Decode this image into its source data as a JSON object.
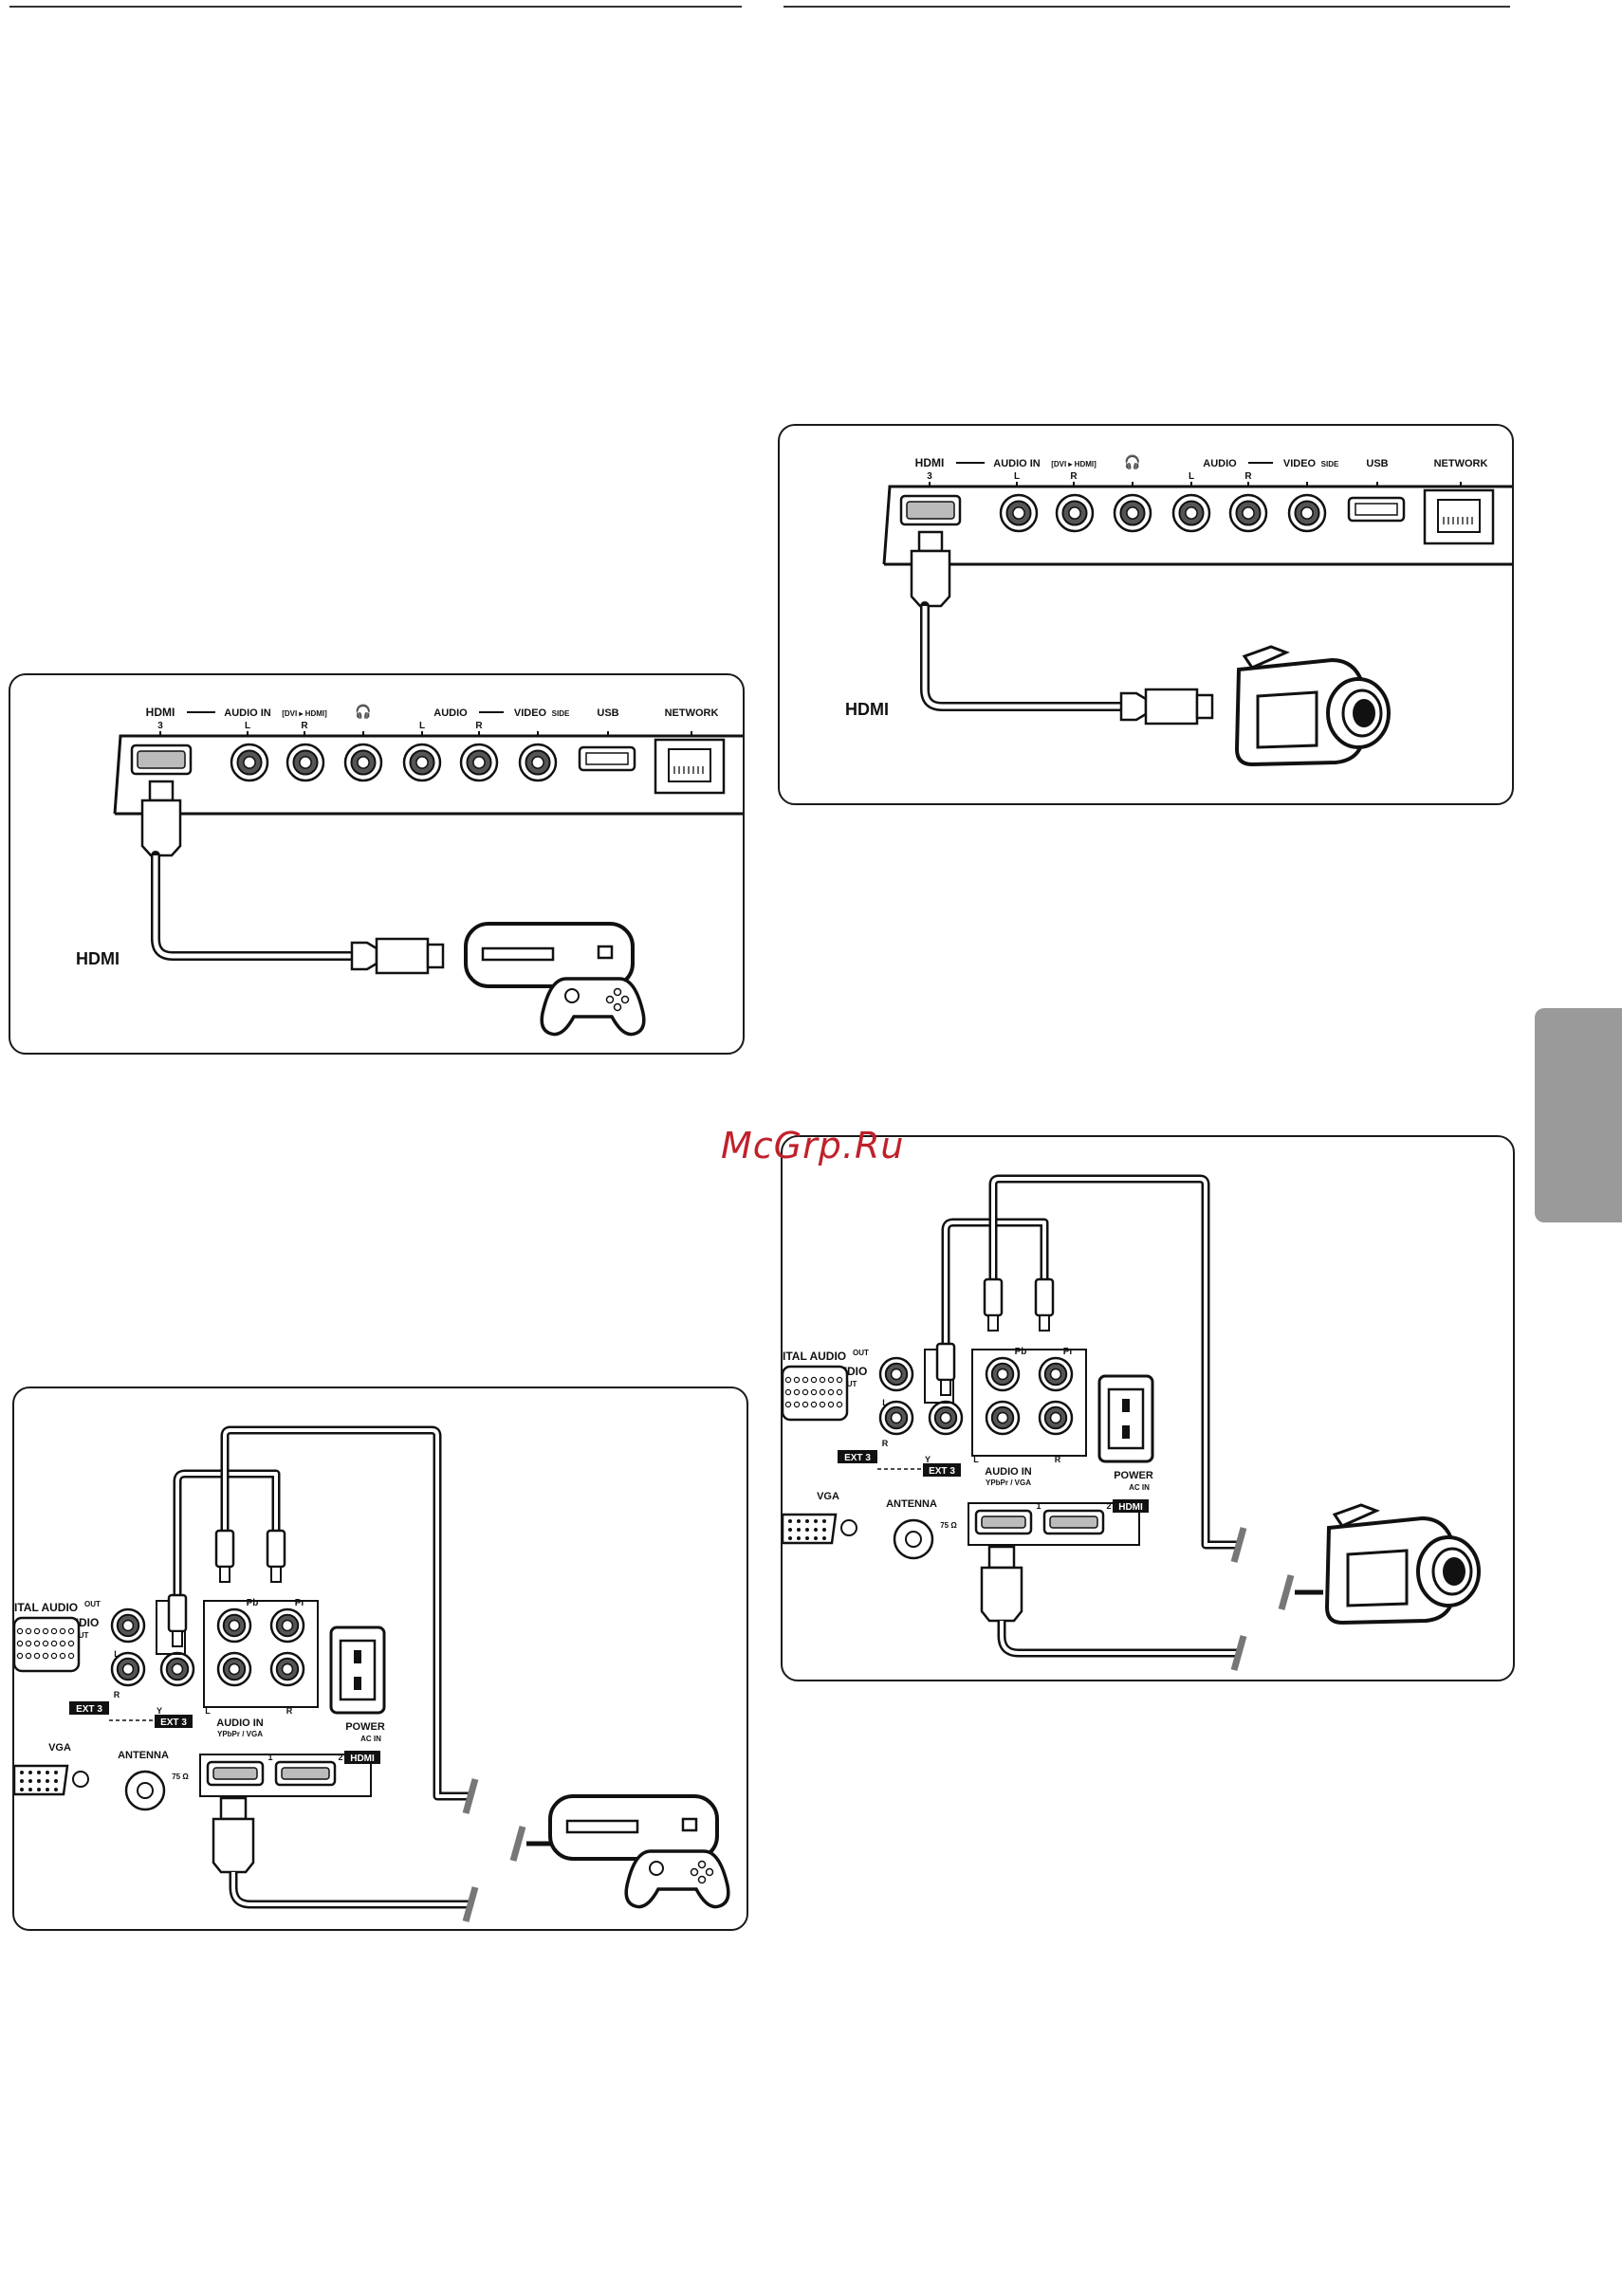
{
  "watermark": "McGrp.Ru",
  "side_panel": {
    "labels": {
      "hdmi": "HDMI",
      "hdmi_num": "3",
      "audio_in": "AUDIO IN",
      "dvi": "[DVI ▸ HDMI]",
      "l": "L",
      "r": "R",
      "audio": "AUDIO",
      "video": "VIDEO",
      "side": "SIDE",
      "usb": "USB",
      "network": "NETWORK"
    }
  },
  "rear_panel": {
    "labels": {
      "digital_audio": "ITAL AUDIO",
      "out": "OUT",
      "audio": "AUDIO",
      "audio_out": "OUT",
      "l": "L",
      "r": "R",
      "y": "Y",
      "pb": "Pb",
      "pr": "Pr",
      "audio_in": "AUDIO IN",
      "ypbpr_vga": "YPbPr / VGA",
      "ext3": "EXT 3",
      "vga": "VGA",
      "power": "POWER",
      "ac_in": "AC IN",
      "antenna": "ANTENNA",
      "ohm": "75 Ω",
      "hdmi": "HDMI",
      "hdmi1": "1",
      "hdmi2": "2"
    }
  },
  "cable_label": "HDMI",
  "colors": {
    "line": "#111111",
    "tab": "#9a9a9a",
    "watermark": "#c0212b"
  }
}
